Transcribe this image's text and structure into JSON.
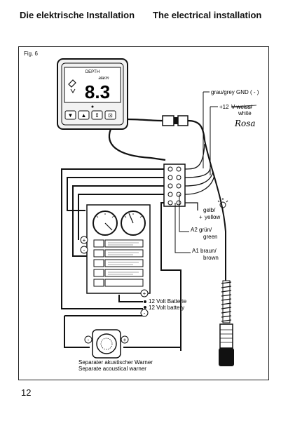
{
  "header": {
    "left_title": "Die elektrische Installation",
    "right_title": "The electrical installation"
  },
  "figure": {
    "label": "Fig. 6",
    "instrument": {
      "title": "DEPTH",
      "mode": "alarm",
      "value": "8.3",
      "buttons": [
        "▼",
        "▲",
        "⇕",
        "⊡"
      ]
    },
    "wires": {
      "gnd": "grau/grey GND ( - )",
      "plus12_prefix": "+12",
      "plus12_struck": "V weiss/",
      "plus12_en": "white",
      "handwritten": "Rosa",
      "yellow_de": "gelb/",
      "yellow_en": "yellow",
      "plus_sign": "+",
      "a2_de": "A2 grün/",
      "a2_en": "green",
      "a1_de": "A1 braun/",
      "a1_en": "brown"
    },
    "battery": {
      "plus": "+",
      "minus": "-",
      "de": "12 Volt Batterie",
      "en": "12 Volt battery"
    },
    "warner": {
      "de": "Separater akustischer Warner",
      "en": "Separate acoustical warner",
      "plus": "+",
      "minus": "-"
    },
    "panel_markers": [
      "+",
      "-"
    ]
  },
  "page_number": "12"
}
